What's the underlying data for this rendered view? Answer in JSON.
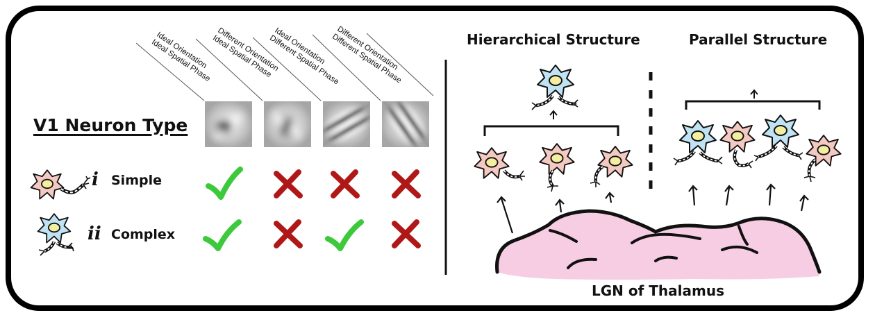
{
  "columns": [
    {
      "line1": "Ideal Orientation",
      "line2": "Ideal Spatial Phase"
    },
    {
      "line1": "Different Orientation",
      "line2": "Ideal Spatial Phase"
    },
    {
      "line1": "Ideal Orientation",
      "line2": "Different Spatial Phase"
    },
    {
      "line1": "Different Orientation",
      "line2": "Different Spatial Phase"
    }
  ],
  "title": "V1 Neuron Type",
  "rows": [
    {
      "numeral": "i",
      "label": "Simple",
      "marks": [
        "check",
        "cross",
        "cross",
        "cross"
      ]
    },
    {
      "numeral": "ii",
      "label": "Complex",
      "marks": [
        "check",
        "cross",
        "check",
        "cross"
      ]
    }
  ],
  "right": {
    "hierarchical_title": "Hierarchical Structure",
    "parallel_title": "Parallel Structure",
    "lgn_label": "LGN of Thalamus"
  },
  "colors": {
    "simple_cell": "#f4c9c2",
    "complex_cell": "#bfe3f2",
    "nucleus": "#f3eea0",
    "check": "#3cc93c",
    "cross": "#b01818",
    "lgn": "#f7cde3"
  }
}
